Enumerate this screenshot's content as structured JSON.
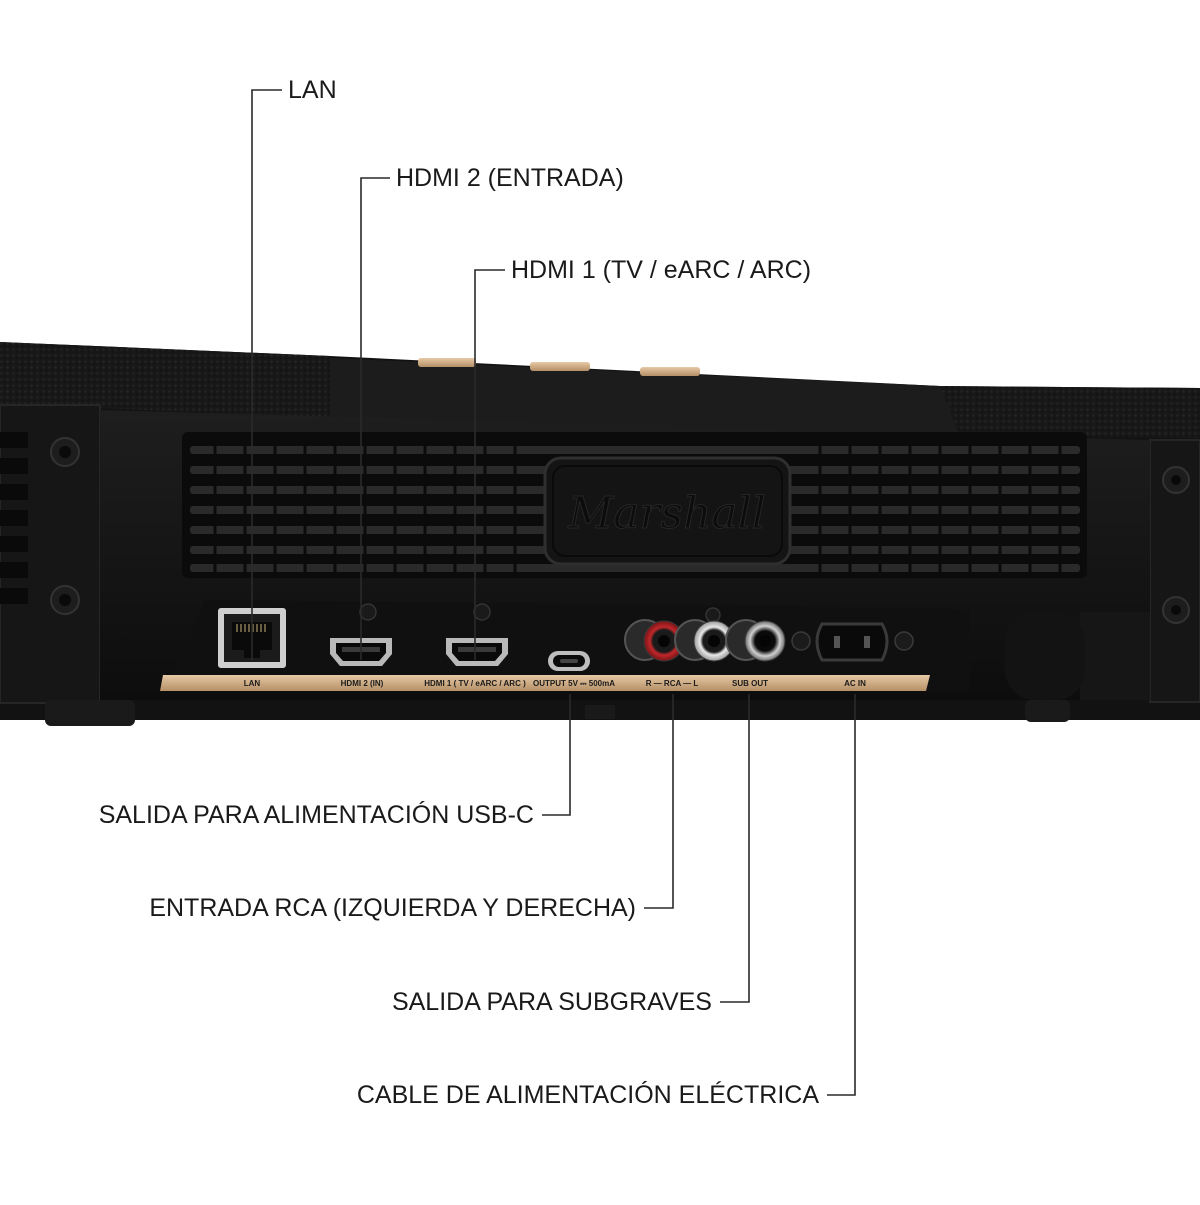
{
  "brand": {
    "logo_text": "Marshall",
    "accent_color": "#d7b391",
    "body_color": "#151515"
  },
  "port_labels": {
    "lan": "LAN",
    "hdmi2": "HDMI 2 (IN)",
    "hdmi1": "HDMI 1 ( TV / eARC / ARC )",
    "usb": "OUTPUT 5V ⎓ 500mA",
    "rca": "R — RCA — L",
    "sub": "SUB OUT",
    "ac": "AC IN"
  },
  "callouts": {
    "lan": "LAN",
    "hdmi2": "HDMI 2 (ENTRADA)",
    "hdmi1": "HDMI 1 (TV / eARC / ARC)",
    "usb": "SALIDA PARA ALIMENTACIÓN USB-C",
    "rca": "ENTRADA RCA (IZQUIERDA Y DERECHA)",
    "sub": "SALIDA PARA SUBGRAVES",
    "ac": "CABLE DE ALIMENTACIÓN ELÉCTRICA"
  }
}
